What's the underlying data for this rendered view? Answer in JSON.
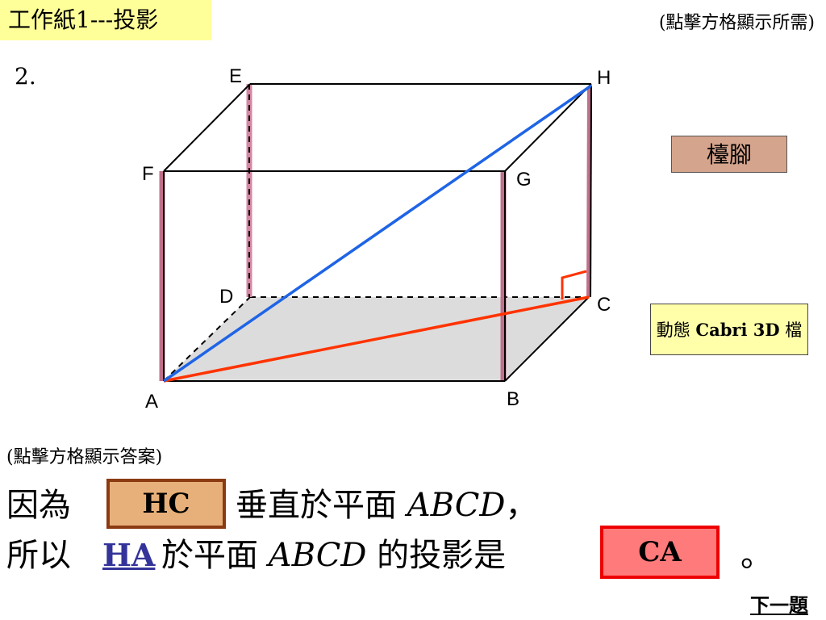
{
  "header": {
    "title": "工作紙1---投影",
    "hint_top": "(點擊方格顯示所需)"
  },
  "question_number": "2.",
  "diagram": {
    "points": {
      "A": "A",
      "B": "B",
      "C": "C",
      "D": "D",
      "E": "E",
      "F": "F",
      "G": "G",
      "H": "H"
    },
    "colors": {
      "edge": "#000000",
      "pillar": "#c0708c",
      "diagonal_HA": "#1e64e6",
      "projection_CA": "#ff3300",
      "base_fill": "#dcdcdc"
    }
  },
  "buttons": {
    "tailiao": "檯腳",
    "cabri_prefix": "動態 ",
    "cabri_bold": "Cabri 3D",
    "cabri_suffix": " 檔"
  },
  "hint_bottom": "(點擊方格顯示答案)",
  "sentence": {
    "line1_prefix": "因為",
    "answer1": "HC",
    "line1_mid": "垂直於平面",
    "plane": "ABCD",
    "line1_suffix": "，",
    "line2_prefix": "所以",
    "ha": "HA",
    "line2_mid": "於平面",
    "line2_suffix": "的投影是",
    "answer2": "CA",
    "period": "。"
  },
  "navigation": {
    "next": "下一題"
  }
}
